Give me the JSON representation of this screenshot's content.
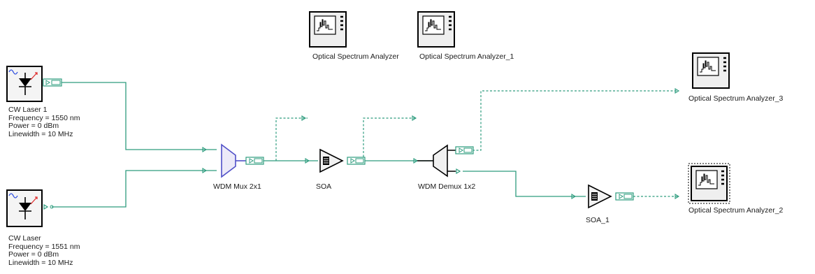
{
  "components": {
    "laser1": {
      "name": "CW Laser 1",
      "frequency": "Frequency = 1550  nm",
      "power": "Power = 0  dBm",
      "linewidth": "Linewidth = 10  MHz"
    },
    "laser2": {
      "name": "CW Laser",
      "frequency": "Frequency = 1551  nm",
      "power": "Power = 0  dBm",
      "linewidth": "Linewidth = 10  MHz"
    },
    "mux": {
      "label": "WDM Mux 2x1"
    },
    "soa": {
      "label": "SOA"
    },
    "demux": {
      "label": "WDM Demux 1x2"
    },
    "soa1": {
      "label": "SOA_1"
    },
    "osa": {
      "label": "Optical Spectrum Analyzer"
    },
    "osa1": {
      "label": "Optical Spectrum Analyzer_1"
    },
    "osa2": {
      "label": "Optical Spectrum Analyzer_2"
    },
    "osa3": {
      "label": "Optical Spectrum Analyzer_3"
    }
  },
  "colors": {
    "wire": "#2e9c7e",
    "mux_body": "#5050c8",
    "port": "#2e9c7e",
    "sine": "#3050e0",
    "arrow": "#e03030"
  }
}
